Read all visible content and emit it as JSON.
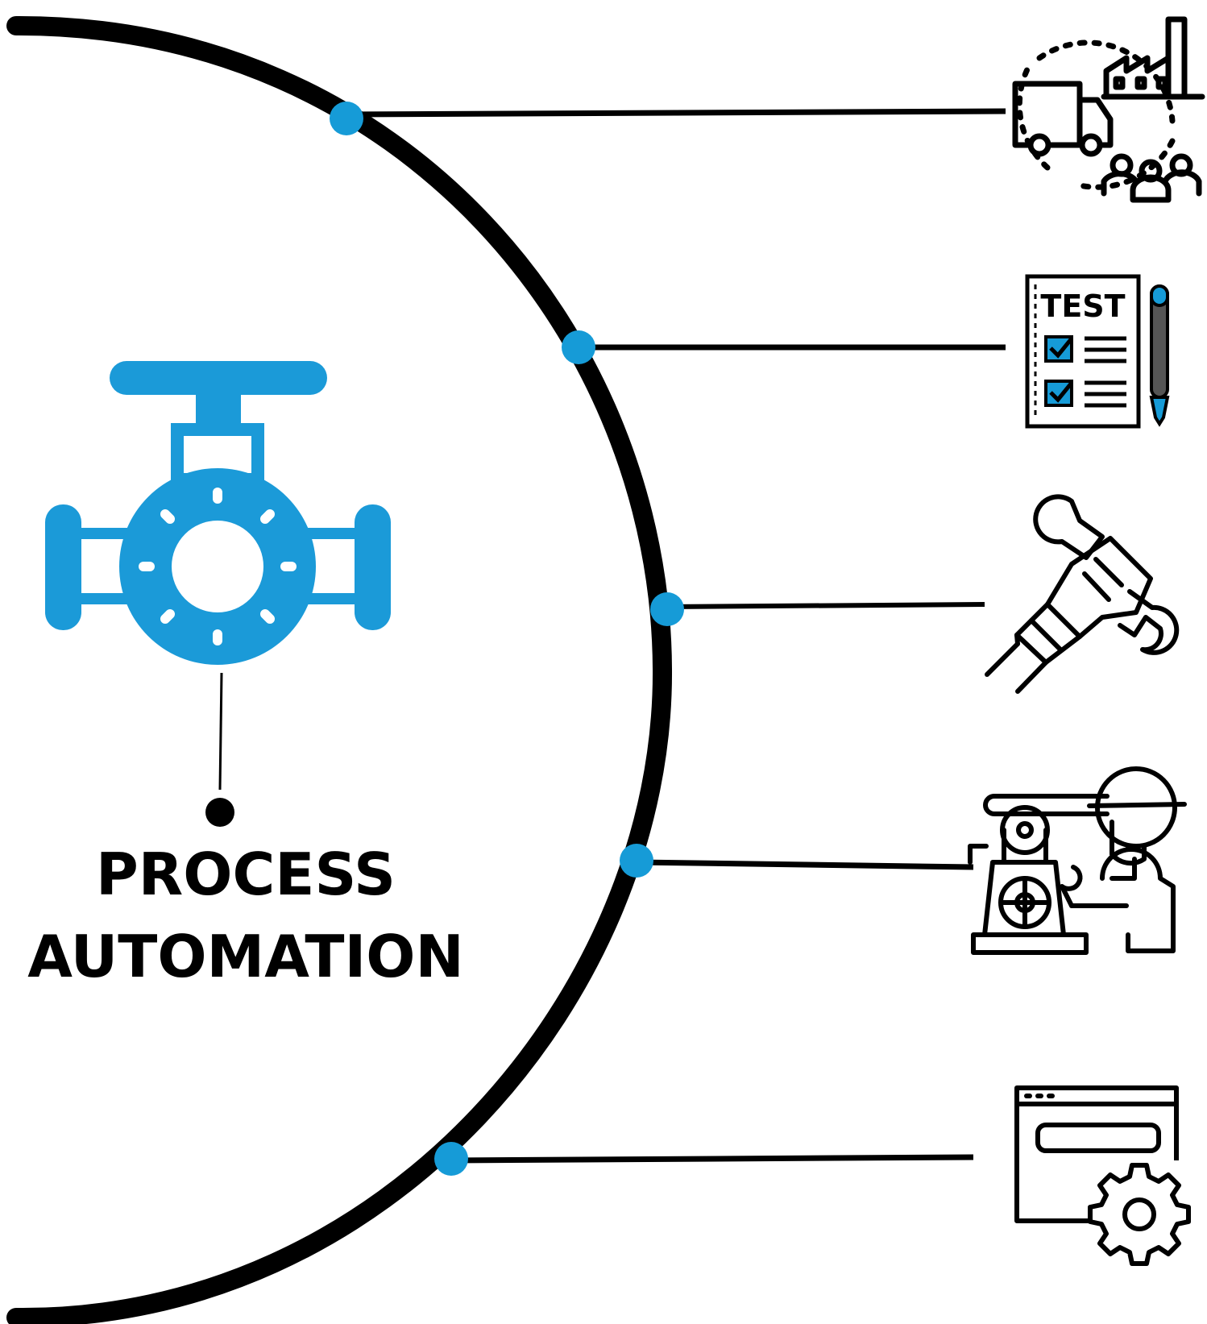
{
  "title": {
    "line1": "PROCESS",
    "line2": "AUTOMATION"
  },
  "icons": {
    "center": "pipe-valve-icon",
    "items": [
      "supply-chain-logistics-icon",
      "test-checklist-icon",
      "wrench-hand-icon",
      "engineer-robot-arm-icon",
      "browser-settings-icon"
    ],
    "test_label": "TEST"
  },
  "colors": {
    "accent": "#169bd7",
    "line": "#000000",
    "background": "#ffffff"
  }
}
